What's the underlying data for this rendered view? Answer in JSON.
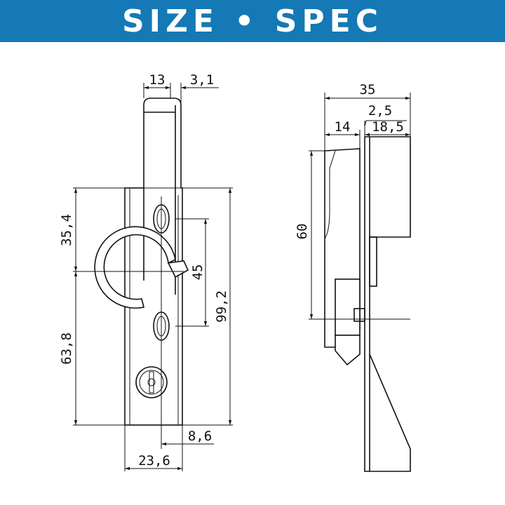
{
  "header": {
    "title": "SIZE • SPEC",
    "background": "#1479b5"
  },
  "front_view": {
    "dims": {
      "lever_width": "13",
      "lever_offset": "3,1",
      "upper_height": "35,4",
      "slot_pitch": "45",
      "total_height": "99,2",
      "lower_height": "63,8",
      "slot_offset": "8,6",
      "plate_width": "23,6"
    }
  },
  "side_view": {
    "dims": {
      "total_depth": "35",
      "plate_thickness": "2,5",
      "lever_depth": "14",
      "body_depth": "18,5",
      "lever_height": "60"
    }
  }
}
